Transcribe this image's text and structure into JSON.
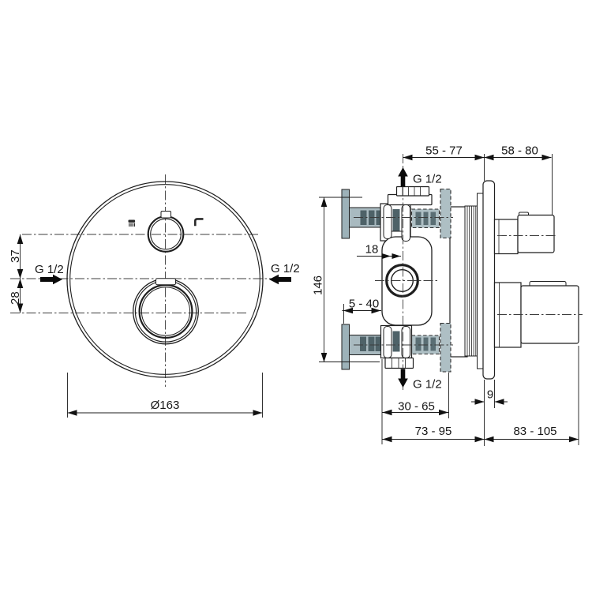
{
  "front_view": {
    "inlet_left_label": "G 1/2",
    "inlet_right_label": "G 1/2",
    "dim_top_offset": "37",
    "dim_bottom_offset": "28",
    "dim_diameter": "Ø163",
    "icons": {
      "shower": "shower-spray-icon",
      "spout": "spout-icon"
    }
  },
  "side_view": {
    "dim_rough_depth": "55 - 77",
    "dim_trim_depth": "58 - 80",
    "outlet_top_label": "G 1/2",
    "outlet_bottom_label": "G 1/2",
    "dim_center_offset": "18",
    "dim_body_height": "146",
    "dim_mounting_range": "5 - 40",
    "dim_wall_range": "30 - 65",
    "dim_plate_thickness": "9",
    "dim_rough_total": "73 - 95",
    "dim_trim_total": "83 - 105"
  },
  "colors": {
    "outline": "#1f1f1f",
    "fitting_gray": "#a9bac0",
    "bracket_gray": "#9db2b9",
    "slot_dark": "#4e6268",
    "background": "#ffffff"
  }
}
